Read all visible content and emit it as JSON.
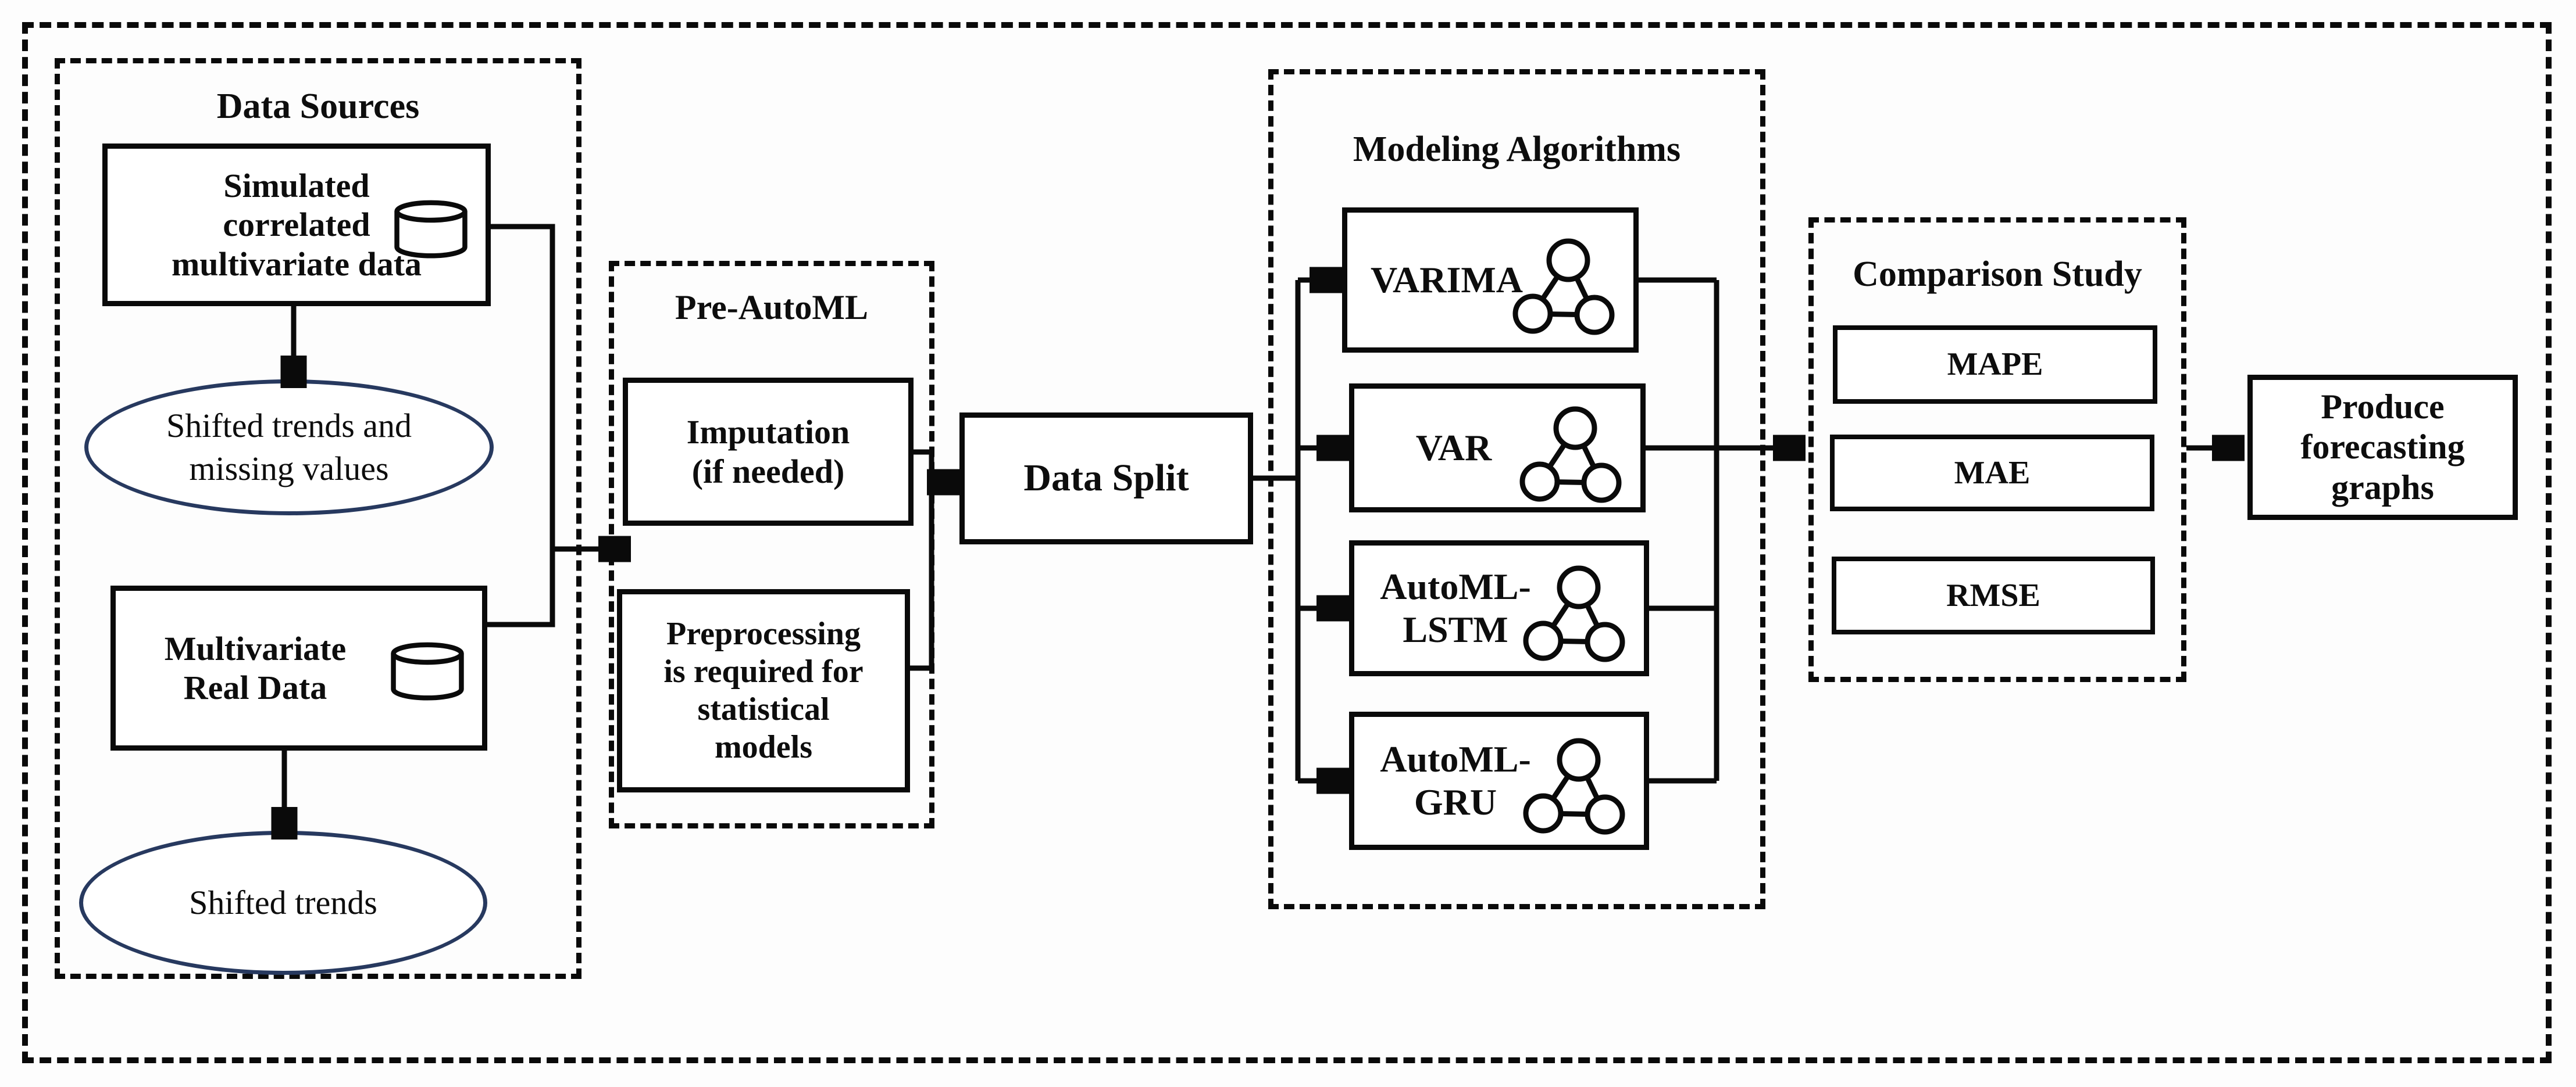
{
  "diagram": {
    "type": "flowchart",
    "background": "#fdfdfd",
    "line_color": "#0a0a0a",
    "ellipse_stroke_color": "#27395f",
    "text_color": "#0d0d0d"
  },
  "groups": {
    "data_sources": {
      "title": "Data Sources"
    },
    "pre_automl": {
      "title": "Pre-AutoML"
    },
    "modeling": {
      "title": "Modeling Algorithms"
    },
    "comparison": {
      "title": "Comparison Study"
    }
  },
  "nodes": {
    "simulated": {
      "label": "Simulated\ncorrelated\nmultivariate data",
      "icon": "database-icon"
    },
    "shifted_missing": {
      "label": "Shifted trends and\nmissing values"
    },
    "real_data": {
      "label": "Multivariate\nReal Data",
      "icon": "database-icon"
    },
    "shifted": {
      "label": "Shifted trends"
    },
    "imputation": {
      "label": "Imputation\n(if needed)"
    },
    "preprocessing": {
      "label": "Preprocessing\nis required for\nstatistical\nmodels"
    },
    "data_split": {
      "label": "Data Split"
    },
    "varima": {
      "label": "VARIMA",
      "icon": "neural-network-icon"
    },
    "var": {
      "label": "VAR",
      "icon": "neural-network-icon"
    },
    "automl_lstm": {
      "label": "AutoML-\nLSTM",
      "icon": "neural-network-icon"
    },
    "automl_gru": {
      "label": "AutoML-\nGRU",
      "icon": "neural-network-icon"
    },
    "mape": {
      "label": "MAPE"
    },
    "mae": {
      "label": "MAE"
    },
    "rmse": {
      "label": "RMSE"
    },
    "produce": {
      "label": "Produce\nforecasting\ngraphs"
    }
  }
}
